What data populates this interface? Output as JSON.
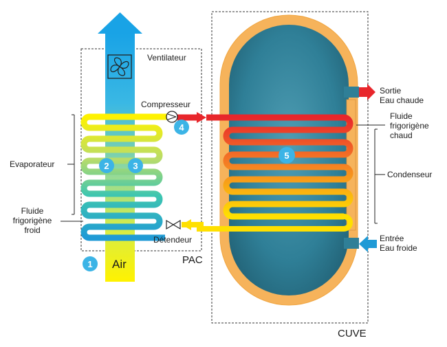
{
  "labels": {
    "ventilateur": "Ventilateur",
    "compresseur": "Compresseur",
    "evaporateur": "Evaporateur",
    "fluide_froid_1": "Fluide",
    "fluide_froid_2": "frigorigène",
    "fluide_froid_3": "froid",
    "detendeur": "Détendeur",
    "pac": "PAC",
    "air": "Air",
    "sortie_1": "Sortie",
    "sortie_2": "Eau chaude",
    "fluide_chaud_1": "Fluide",
    "fluide_chaud_2": "frigorigène",
    "fluide_chaud_3": "chaud",
    "condenseur": "Condenseur",
    "entree_1": "Entrée",
    "entree_2": "Eau froide",
    "cuve": "CUVE"
  },
  "badges": [
    "1",
    "2",
    "3",
    "4",
    "5"
  ],
  "icons": {
    "fan": "fan-icon",
    "compressor": "compressor-icon",
    "valve": "expansion-valve-icon"
  },
  "colors": {
    "badge": "#3cb4e6",
    "tank_shell": "#f6b35b",
    "tank_inner": "#2f7f97",
    "hot_red": "#e8262b",
    "cold_yellow": "#fff200",
    "cold_blue": "#1f9ad6"
  }
}
